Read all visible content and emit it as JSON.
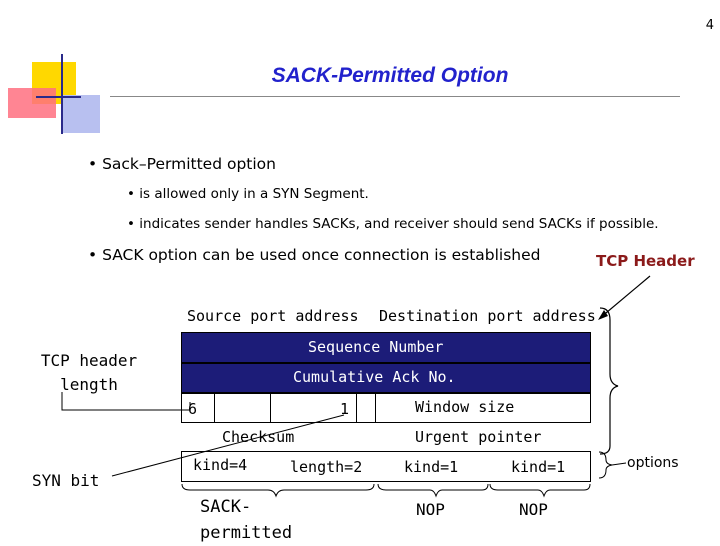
{
  "page_number": "4",
  "title": "SACK-Permitted Option",
  "bullets": [
    {
      "text": "Sack–Permitted option",
      "sub": [
        "is allowed only in a SYN Segment.",
        "indicates sender handles SACKs, and receiver should send SACKs if possible."
      ]
    },
    {
      "text": "SACK option can be used once connection is established"
    }
  ],
  "tcp_header_title": "TCP Header",
  "header_fields": {
    "source_port": "Source port address",
    "dest_port": "Destination port address",
    "sequence": "Sequence Number",
    "ack": "Cumulative Ack No.",
    "hlen_value": "6",
    "syn_value": "1",
    "window": "Window size",
    "checksum": "Checksum",
    "urgent": "Urgent pointer",
    "kind4": "kind=4",
    "length2": "length=2",
    "kind1a": "kind=1",
    "kind1b": "kind=1"
  },
  "labels": {
    "tcp_header_length": "TCP header length",
    "syn_bit": "SYN bit",
    "sack_permitted": "SACK-permitted",
    "nop1": "NOP",
    "nop2": "NOP",
    "options": "options"
  },
  "colors": {
    "title": "#2222cc",
    "header_fill": "#1c1c78",
    "tcp_header_label": "#8b1a1a"
  }
}
